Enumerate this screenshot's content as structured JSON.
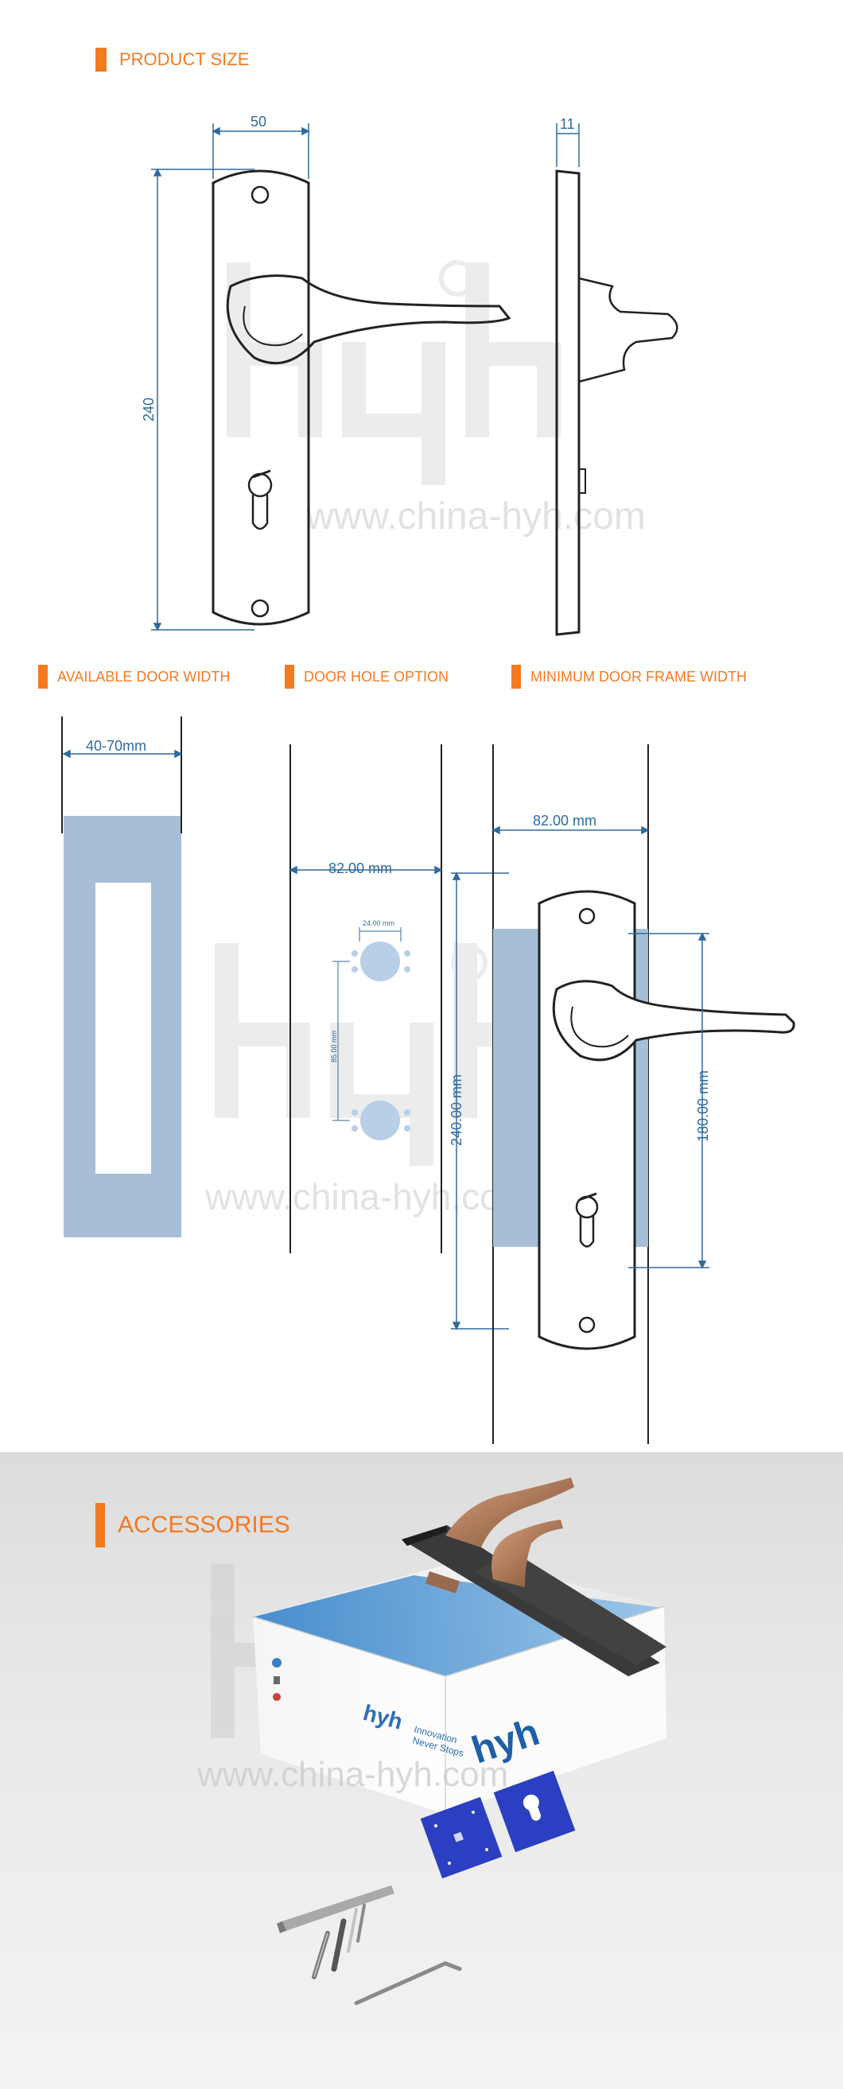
{
  "sections": {
    "product_size": "PRODUCT SIZE",
    "available_door_width": "AVAILABLE DOOR WIDTH",
    "door_hole_option": "DOOR HOLE OPTION",
    "minimum_door_frame_width": "MINIMUM DOOR FRAME WIDTH",
    "accessories": "ACCESSORIES"
  },
  "product_size": {
    "width": "50",
    "height": "240",
    "depth": "11"
  },
  "available_door_width": {
    "range": "40-70mm"
  },
  "door_hole_option": {
    "spacing": "82.00 mm",
    "hole_gap": "24.00 mm",
    "hole_distance": "85.00 mm",
    "plate_height": "240.00 mm"
  },
  "minimum_door_frame_width": {
    "width": "82.00 mm",
    "height": "180.00 mm"
  },
  "watermark": {
    "url": "www.china-hyh.com"
  },
  "package": {
    "brand": "hyh",
    "slogan_1": "Innovation",
    "slogan_2": "Never Stops"
  },
  "colors": {
    "accent": "#f47a20",
    "dimension": "#2f6a9e",
    "door": "#a7bfd6"
  }
}
